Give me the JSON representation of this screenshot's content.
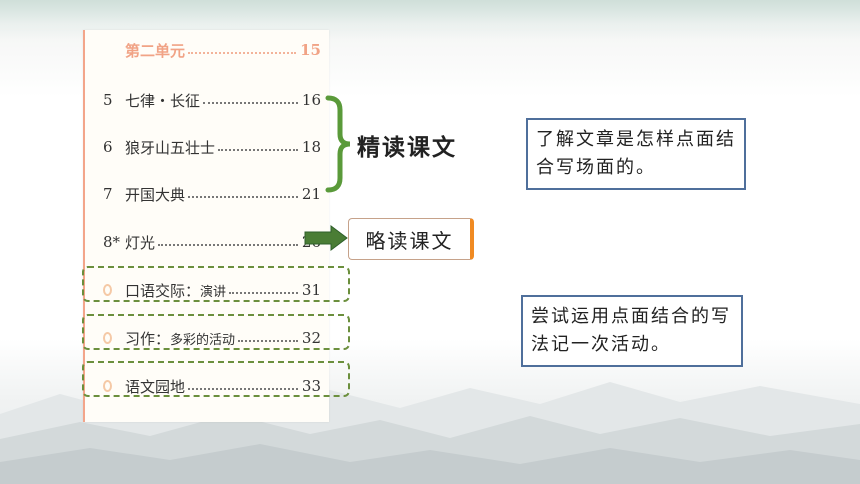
{
  "toc": {
    "unit": {
      "title": "第二单元",
      "page": "15"
    },
    "lessons": [
      {
        "num": "5",
        "title": "七律・长征",
        "page": "16"
      },
      {
        "num": "6",
        "title": "狼牙山五壮士",
        "page": "18"
      },
      {
        "num": "7",
        "title": "开国大典",
        "page": "21"
      },
      {
        "num": "8*",
        "title": "灯光",
        "page": "26"
      }
    ],
    "activities": [
      {
        "title": "口语交际：",
        "subtitle": "演讲",
        "page": "31"
      },
      {
        "title": "习作：",
        "subtitle": "多彩的活动",
        "page": "32"
      },
      {
        "title": "语文园地",
        "subtitle": "",
        "page": "33"
      }
    ]
  },
  "labels": {
    "intensive_reading": "精读课文",
    "skim_reading": "略读课文"
  },
  "notes": {
    "note1": "了解文章是怎样点面结合写场面的。",
    "note2": "尝试运用点面结合的写法记一次活动。"
  },
  "colors": {
    "highlight_green": "#6b8f3d",
    "note_border": "#4f6f9b",
    "accent_orange": "#f08a22",
    "unit_salmon": "#f1a386"
  }
}
